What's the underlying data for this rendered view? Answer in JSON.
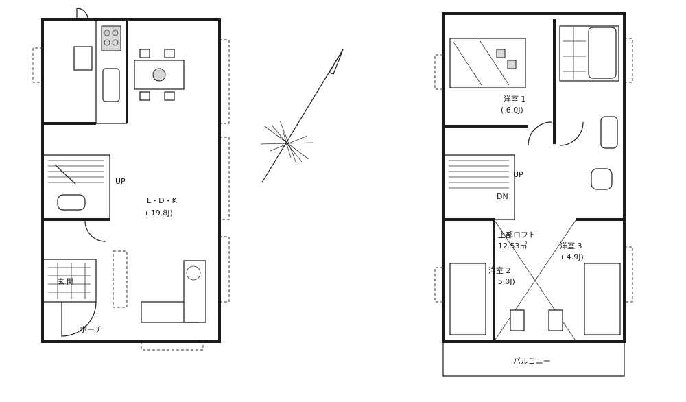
{
  "floor1": {
    "ldk_name": "L・D・K",
    "ldk_area": "( 19.8J)",
    "stair_up": "UP",
    "genkan": "玄 関",
    "porch": "ポーチ"
  },
  "floor2": {
    "room1_name": "洋室 1",
    "room1_area": "( 6.0J)",
    "stair_up": "UP",
    "stair_dn": "DN",
    "loft_name": "上部ロフト",
    "loft_area": "12.53㎡",
    "room2_name": "洋室 2",
    "room2_area": "( 5.0J)",
    "room3_name": "洋室 3",
    "room3_area": "( 4.9J)",
    "balcony": "バルコニー"
  },
  "icons": {
    "compass": "compass-rose-icon"
  }
}
